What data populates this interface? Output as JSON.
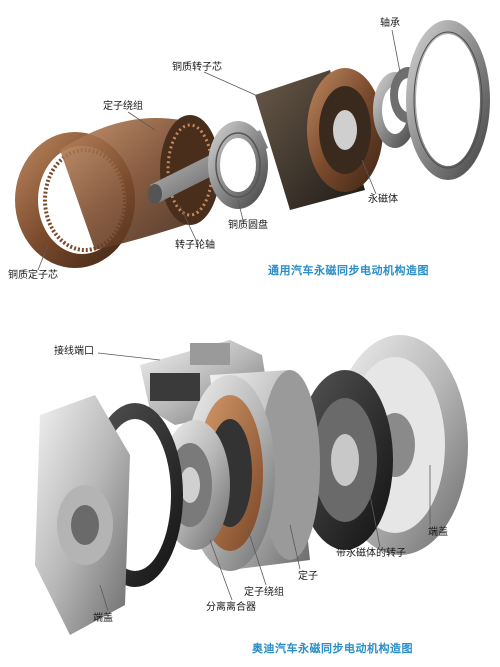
{
  "top_diagram": {
    "caption": "通用汽车永磁同步电动机构造图",
    "labels": {
      "bearing": "轴承",
      "copper_rotor_core": "铜质转子芯",
      "stator_winding": "定子绕组",
      "permanent_magnet": "永磁体",
      "rotor_shaft": "转子轮轴",
      "copper_disc": "铜质圆盘",
      "copper_stator_core": "铜质定子芯"
    }
  },
  "bottom_diagram": {
    "caption": "奥迪汽车永磁同步电动机构造图",
    "labels": {
      "terminal_port": "接线端口",
      "end_cover_right": "端盖",
      "rotor_with_magnets": "带永磁体的转子",
      "stator": "定子",
      "stator_winding": "定子绕组",
      "clutch": "分离离合器",
      "end_cover_left": "端盖"
    }
  },
  "colors": {
    "copper": "#8a5a3a",
    "caption": "#2a8ec8",
    "leader": "#5a5a5a"
  }
}
